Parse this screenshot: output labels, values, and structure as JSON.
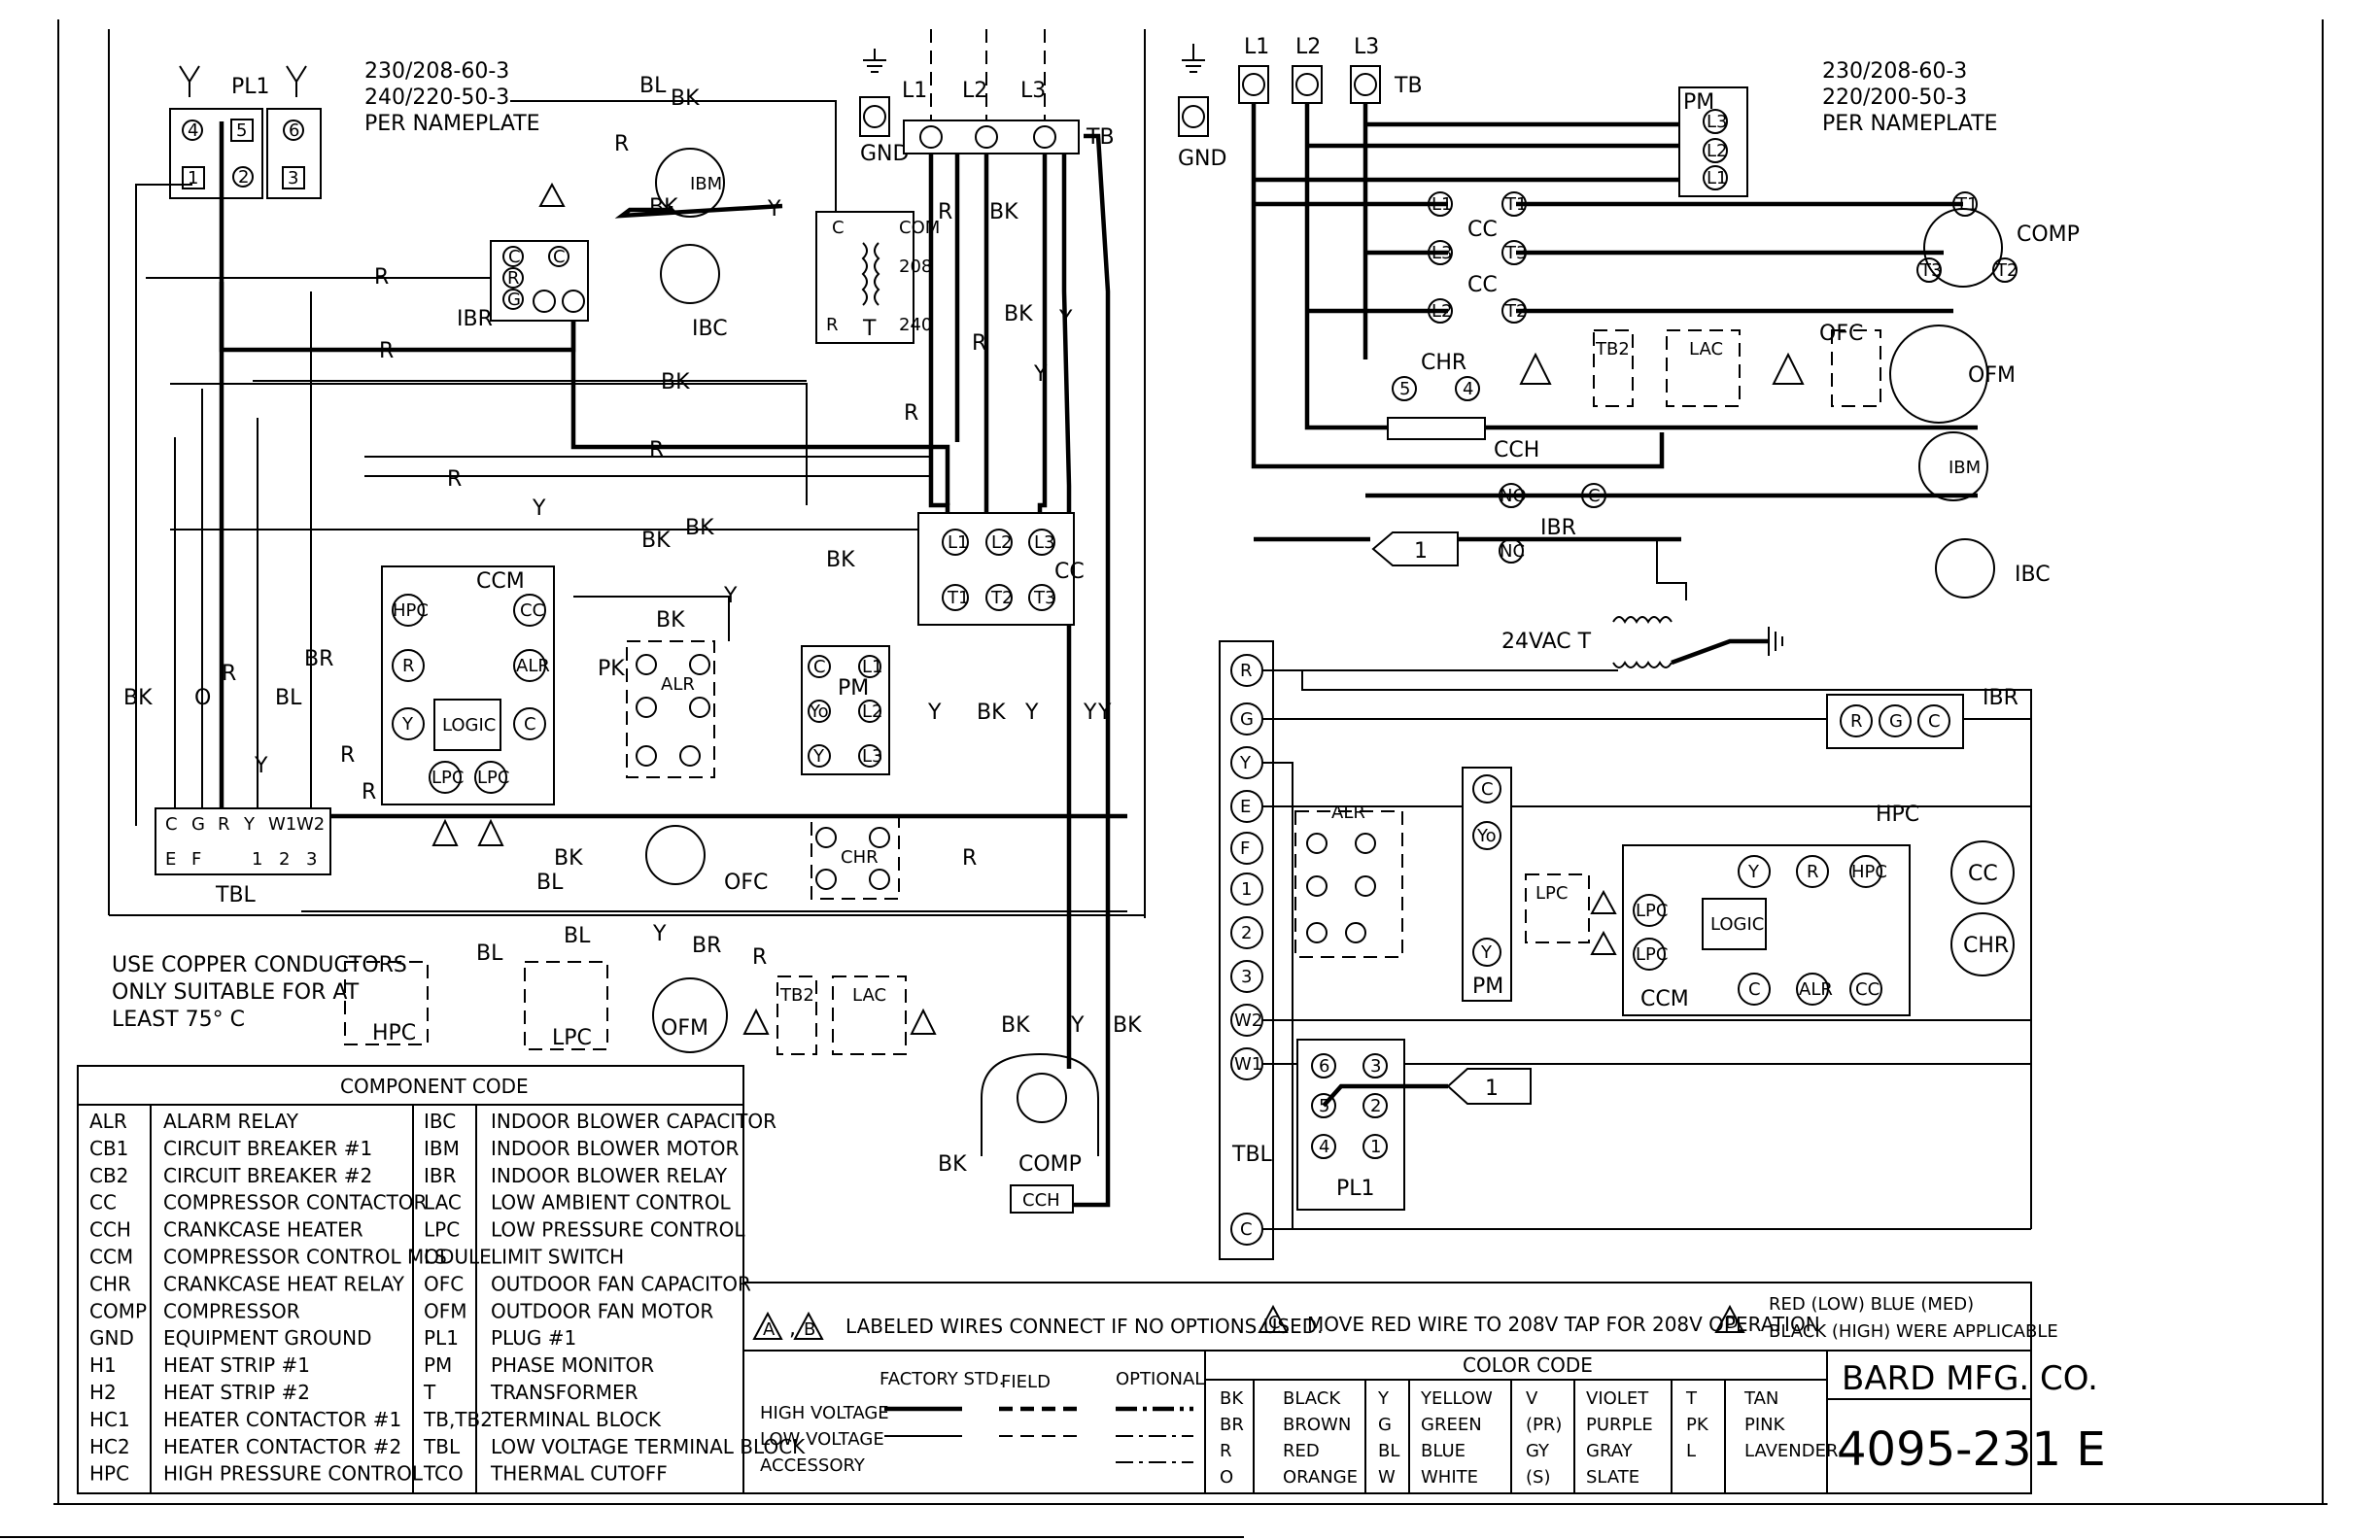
{
  "left_diagram": {
    "voltage_lines": [
      "230/208-60-3",
      "240/220-50-3",
      "PER NAMEPLATE"
    ],
    "labels": {
      "pl1": "PL1",
      "ibr": "IBR",
      "ibm": "IBM",
      "ibc": "IBC",
      "t": "T",
      "gnd": "GND",
      "l1": "L1",
      "l2": "L2",
      "l3": "L3",
      "tb": "TB",
      "cc": "CC",
      "pm": "PM",
      "ccm": "CCM",
      "logic": "LOGIC",
      "alr": "ALR",
      "chr": "CHR",
      "ofc": "OFC",
      "ofm": "OFM",
      "tb2": "TB2",
      "lac": "LAC",
      "tbl": "TBL",
      "hpc": "HPC",
      "lpc": "LPC",
      "comp": "COMP",
      "cch": "CCH",
      "com": "COM",
      "v208": "208",
      "v240": "240"
    },
    "wire_labels": {
      "bk": "BK",
      "r": "R",
      "y": "Y",
      "bl": "BL",
      "br": "BR",
      "o": "O",
      "pk": "PK"
    },
    "terminals_pl1": [
      "1",
      "2",
      "3",
      "4",
      "5",
      "6"
    ],
    "terminals_tbl": [
      "C",
      "G",
      "R",
      "Y",
      "W1",
      "W2",
      "E",
      "F",
      "1",
      "2",
      "3"
    ],
    "copper_note": [
      "USE COPPER CONDUCTORS",
      "ONLY SUITABLE FOR AT",
      "LEAST 75° C"
    ]
  },
  "right_diagram": {
    "voltage_lines": [
      "230/208-60-3",
      "220/200-50-3",
      "PER NAMEPLATE"
    ],
    "labels": {
      "l1": "L1",
      "l2": "L2",
      "l3": "L3",
      "tb": "TB",
      "gnd": "GND",
      "pm": "PM",
      "cc": "CC",
      "comp": "COMP",
      "chr": "CHR",
      "cch": "CCH",
      "tb2": "TB2",
      "lac": "LAC",
      "ofc": "OFC",
      "ofm": "OFM",
      "ibm": "IBM",
      "ibr": "IBR",
      "ibc": "IBC",
      "transformer": "24VAC  T",
      "hpc": "HPC",
      "lpc": "LPC",
      "logic": "LOGIC",
      "ccm": "CCM",
      "alr": "ALR",
      "tbl": "TBL",
      "pl1": "PL1",
      "one": "1"
    },
    "tbl_terminals": [
      "R",
      "G",
      "Y",
      "E",
      "F",
      "1",
      "2",
      "3",
      "W2",
      "W1",
      "C"
    ]
  },
  "component_code": {
    "title": "COMPONENT CODE",
    "left": [
      [
        "ALR",
        "ALARM RELAY"
      ],
      [
        "CB1",
        "CIRCUIT BREAKER #1"
      ],
      [
        "CB2",
        "CIRCUIT BREAKER #2"
      ],
      [
        "CC",
        "COMPRESSOR CONTACTOR"
      ],
      [
        "CCH",
        "CRANKCASE HEATER"
      ],
      [
        "CCM",
        "COMPRESSOR CONTROL MODULE"
      ],
      [
        "CHR",
        "CRANKCASE HEAT RELAY"
      ],
      [
        "COMP",
        "COMPRESSOR"
      ],
      [
        "GND",
        "EQUIPMENT GROUND"
      ],
      [
        "H1",
        "HEAT STRIP #1"
      ],
      [
        "H2",
        "HEAT STRIP #2"
      ],
      [
        "HC1",
        "HEATER CONTACTOR #1"
      ],
      [
        "HC2",
        "HEATER CONTACTOR #2"
      ],
      [
        "HPC",
        "HIGH PRESSURE CONTROL"
      ]
    ],
    "right": [
      [
        "IBC",
        "INDOOR BLOWER CAPACITOR"
      ],
      [
        "IBM",
        "INDOOR BLOWER MOTOR"
      ],
      [
        "IBR",
        "INDOOR BLOWER RELAY"
      ],
      [
        "LAC",
        "LOW AMBIENT CONTROL"
      ],
      [
        "LPC",
        "LOW PRESSURE CONTROL"
      ],
      [
        "LS",
        "LIMIT SWITCH"
      ],
      [
        "OFC",
        "OUTDOOR FAN CAPACITOR"
      ],
      [
        "OFM",
        "OUTDOOR FAN MOTOR"
      ],
      [
        "PL1",
        "PLUG #1"
      ],
      [
        "PM",
        "PHASE MONITOR"
      ],
      [
        "T",
        "TRANSFORMER"
      ],
      [
        "TB,TB2",
        "TERMINAL BLOCK"
      ],
      [
        "TBL",
        "LOW VOLTAGE TERMINAL BLOCK"
      ],
      [
        "TCO",
        "THERMAL CUTOFF"
      ]
    ]
  },
  "notes": {
    "note_ab": "LABELED WIRES CONNECT IF NO OPTIONS USED.",
    "note_c": "MOVE RED WIRE TO 208V TAP FOR 208V OPERATION",
    "note_d_1": "RED (LOW)  BLUE (MED)",
    "note_d_2": "BLACK (HIGH) WERE APPLICABLE",
    "mark_a": "A",
    "mark_b": "B",
    "mark_c": "C",
    "mark_d": "D",
    "comma": ","
  },
  "wiring_legend": {
    "headers": [
      "FACTORY STD.",
      "FIELD",
      "OPTIONAL"
    ],
    "rows": [
      "HIGH VOLTAGE",
      "LOW VOLTAGE",
      "ACCESSORY"
    ]
  },
  "color_code": {
    "title": "COLOR CODE",
    "entries": [
      [
        "BK",
        "BLACK"
      ],
      [
        "BR",
        "BROWN"
      ],
      [
        "R",
        "RED"
      ],
      [
        "O",
        "ORANGE"
      ],
      [
        "Y",
        "YELLOW"
      ],
      [
        "G",
        "GREEN"
      ],
      [
        "BL",
        "BLUE"
      ],
      [
        "W",
        "WHITE"
      ],
      [
        "V",
        "VIOLET"
      ],
      [
        "(PR)",
        "PURPLE"
      ],
      [
        "GY",
        "GRAY"
      ],
      [
        "(S)",
        "SLATE"
      ],
      [
        "T",
        "TAN"
      ],
      [
        "PK",
        "PINK"
      ],
      [
        "L",
        "LAVENDER"
      ]
    ]
  },
  "title_block": {
    "company": "BARD MFG. CO.",
    "drawing_number": "4095-231 E"
  }
}
